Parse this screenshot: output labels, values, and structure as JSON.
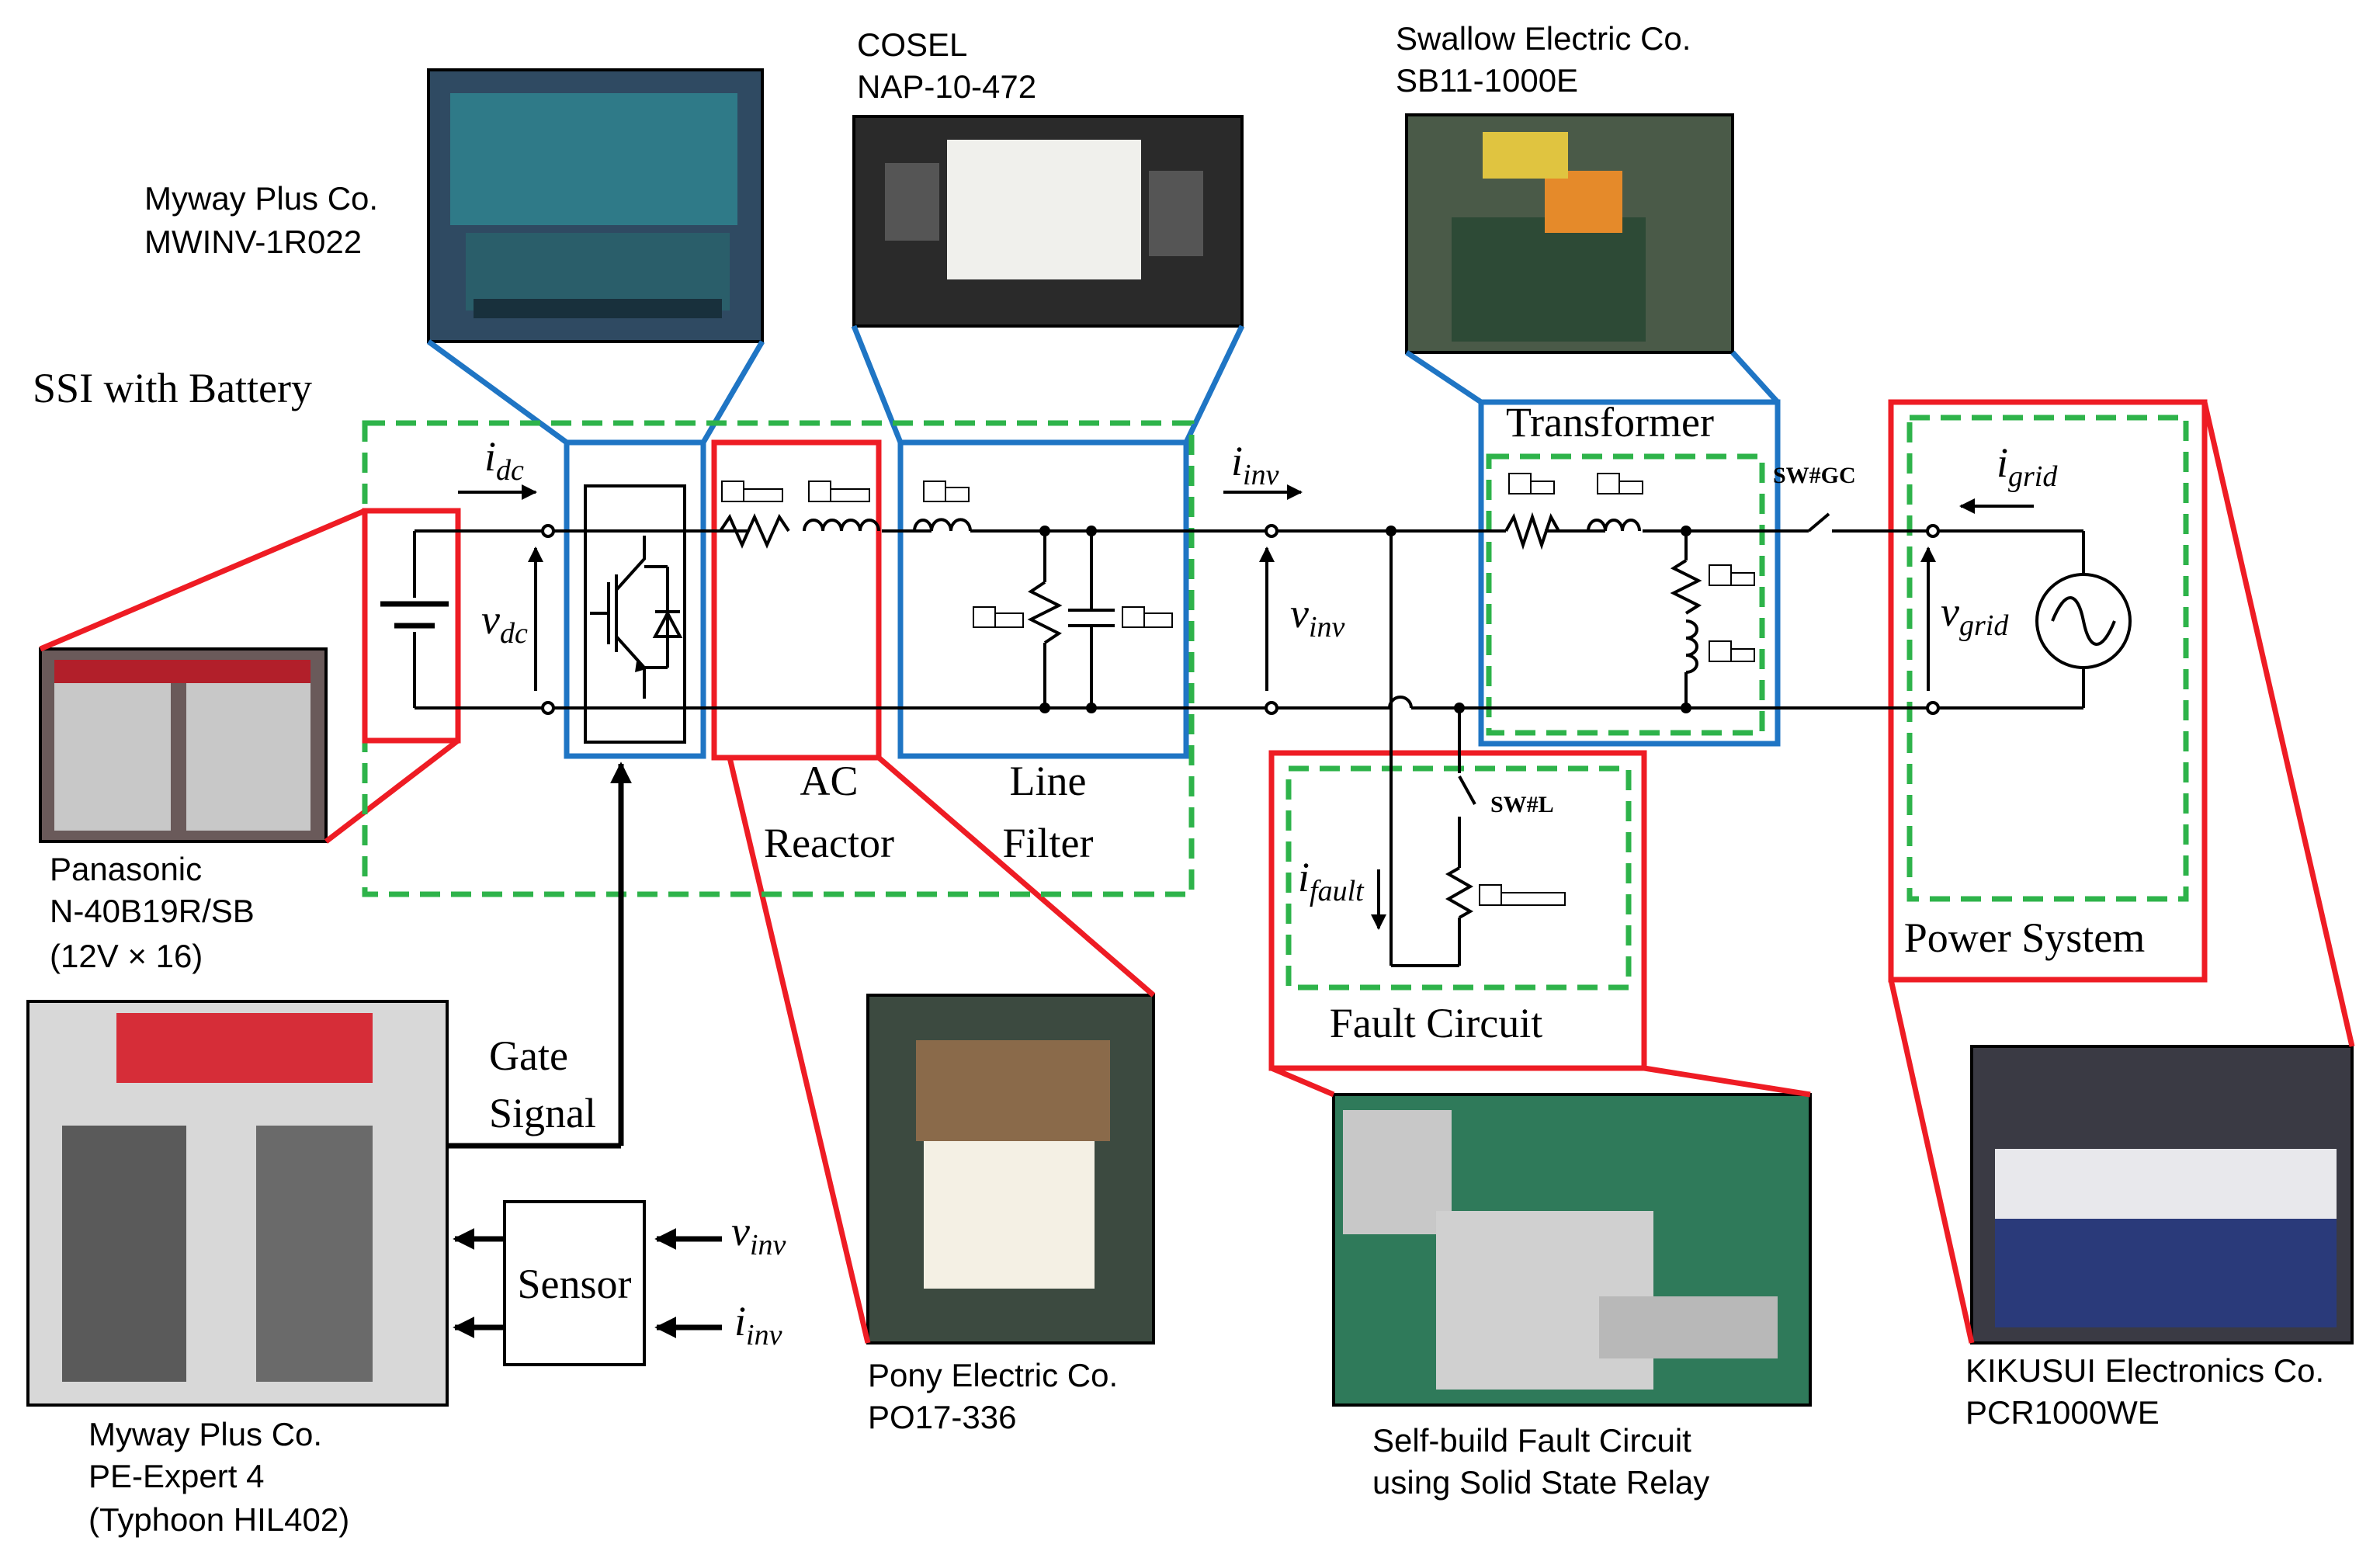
{
  "title": "SSI with Battery",
  "devices": {
    "inverter": [
      "Myway Plus Co.",
      "MWINV-1R022"
    ],
    "filter": [
      "COSEL",
      "NAP-10-472"
    ],
    "transformer": [
      "Swallow Electric Co.",
      "SB11-1000E"
    ],
    "battery": [
      "Panasonic",
      "N-40B19R/SB",
      "(12V × 16)"
    ],
    "controller": [
      "Myway Plus Co.",
      "PE-Expert 4",
      "(Typhoon HIL402)"
    ],
    "reactor": [
      "Pony Electric Co.",
      "PO17-336"
    ],
    "fault": [
      "Self-build Fault Circuit",
      "using Solid State Relay"
    ],
    "grid_source": [
      "KIKUSUI Electronics Co.",
      "PCR1000WE"
    ]
  },
  "blocks": {
    "ac_reactor": [
      "AC",
      "Reactor"
    ],
    "line_filter": [
      "Line",
      "Filter"
    ],
    "transformer": "Transformer",
    "fault_circuit": "Fault Circuit",
    "power_system": "Power System",
    "sensor": "Sensor",
    "gate_signal": [
      "Gate",
      "Signal"
    ]
  },
  "switches": {
    "grid": "SW#GC",
    "load": "SW#L"
  },
  "variables": {
    "i": "i",
    "v": "v",
    "dc": "dc",
    "inv": "inv",
    "grid": "grid",
    "fault": "fault"
  },
  "colors": {
    "red": "#ee1c24",
    "blue": "#1f75c4",
    "green": "#2eb34a"
  }
}
